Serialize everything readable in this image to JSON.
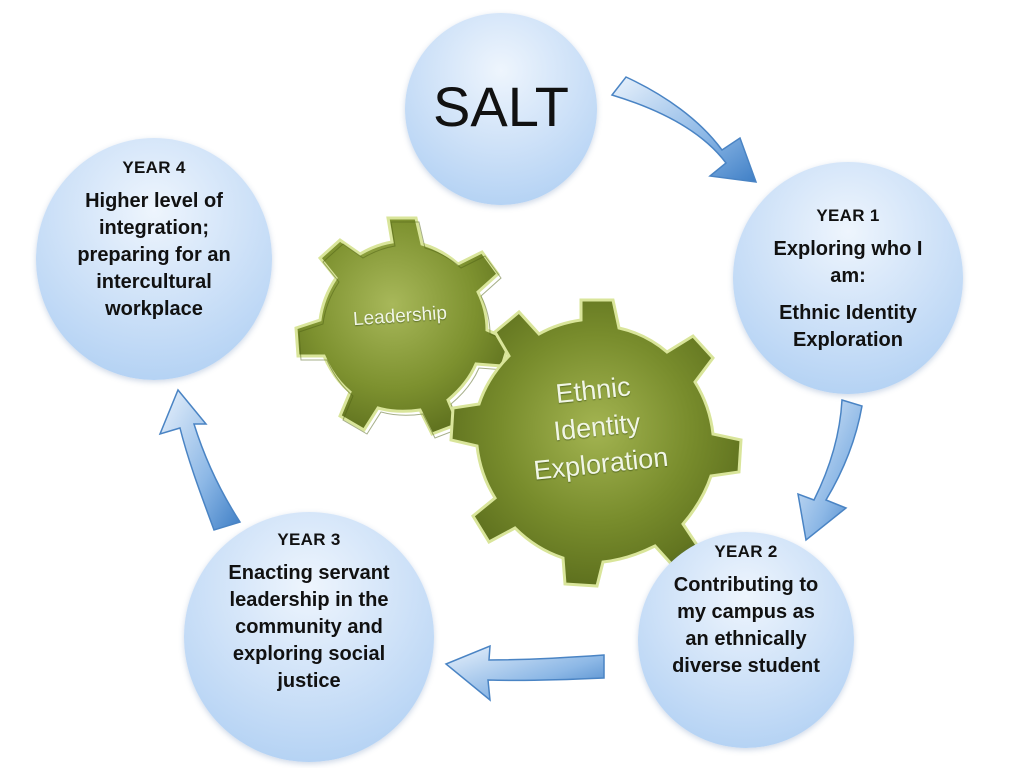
{
  "center": {
    "title": "SALT"
  },
  "stages": {
    "year1": {
      "label": "YEAR 1",
      "description_1": "Exploring who I am:",
      "description_2": "Ethnic Identity Exploration"
    },
    "year2": {
      "label": "YEAR 2",
      "description": "Contributing to my campus as an ethnically diverse student"
    },
    "year3": {
      "label": "YEAR 3",
      "description": "Enacting servant leadership in the community and exploring social justice"
    },
    "year4": {
      "label": "YEAR 4",
      "description": "Higher level of integration; preparing for an intercultural workplace"
    }
  },
  "gears": {
    "small": {
      "label": "Leadership"
    },
    "large": {
      "label_line1": "Ethnic",
      "label_line2": "Identity",
      "label_line3": "Exploration"
    }
  },
  "colors": {
    "circle_fill": "#cfe2f8",
    "arrow_fill": "#6a9fd8",
    "gear_fill": "#7a8f2e"
  }
}
